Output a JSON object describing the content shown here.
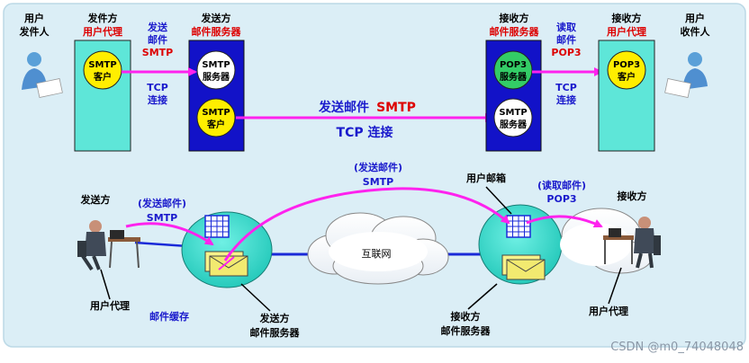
{
  "colors": {
    "panel_bg": "#dbeef6",
    "panel_border": "#bcd9e6",
    "agent_box": "#5ee6d8",
    "server_box": "#1212c8",
    "smtp_circle": "#ffee00",
    "pop3_circle": "#33cc66",
    "white_circle": "#ffffff",
    "arrow": "#ff22ee",
    "blue_text": "#1a1acc",
    "red_text": "#dd0000",
    "link_line": "#1a2ad8",
    "cloud": "#ffffff",
    "lan_circle": "#2bd6c8"
  },
  "top": {
    "user_sender": [
      "用户",
      "发件人"
    ],
    "sender_agent_title": "发件方",
    "sender_agent_sub": "用户代理",
    "sender_server_title": "发送方",
    "sender_server_sub": "邮件服务器",
    "receiver_server_title": "接收方",
    "receiver_server_sub": "邮件服务器",
    "receiver_agent_title": "接收方",
    "receiver_agent_sub": "用户代理",
    "user_receiver": [
      "用户",
      "收件人"
    ],
    "smtp_client": [
      "SMTP",
      "客户"
    ],
    "smtp_server": [
      "SMTP",
      "服务器"
    ],
    "smtp_client2": [
      "SMTP",
      "客户"
    ],
    "pop3_server": [
      "POP3",
      "服务器"
    ],
    "smtp_server2": [
      "SMTP",
      "服务器"
    ],
    "pop3_client": [
      "POP3",
      "客户"
    ],
    "left_label": [
      "发送",
      "邮件",
      "SMTP"
    ],
    "left_tcp": [
      "TCP",
      "连接"
    ],
    "mid_label_a": "发送邮件",
    "mid_label_b": "SMTP",
    "mid_tcp": "TCP  连接",
    "right_label": [
      "读取",
      "邮件",
      "POP3"
    ],
    "right_tcp": [
      "TCP",
      "连接"
    ]
  },
  "bottom": {
    "sender_label": "发送方",
    "send_mail_a": "(发送邮件)",
    "send_mail_a2": "SMTP",
    "send_mail_b": "(发送邮件)",
    "send_mail_b2": "SMTP",
    "mailbox_label": "用户邮箱",
    "read_mail": "(读取邮件)",
    "read_mail2": "POP3",
    "receiver_label": "接收方",
    "internet": "互联网",
    "left_agent": "用户代理",
    "mail_cache": "邮件缓存",
    "sender_server": [
      "发送方",
      "邮件服务器"
    ],
    "receiver_server": [
      "接收方",
      "邮件服务器"
    ],
    "right_agent": "用户代理"
  },
  "watermark": "CSDN @m0_74048048"
}
